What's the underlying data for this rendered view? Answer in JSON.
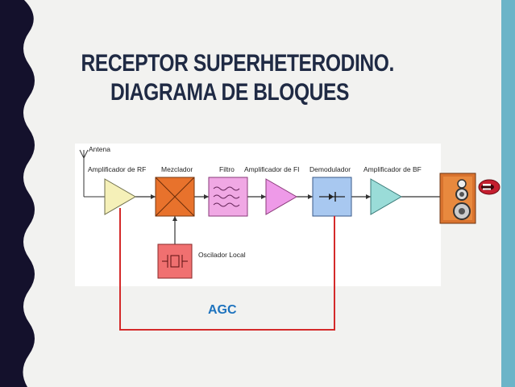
{
  "slide": {
    "title_line1": "RECEPTOR SUPERHETERODINO.",
    "title_line2": "DIAGRAMA DE BLOQUES",
    "colors": {
      "left_band": "#14112c",
      "right_band": "#6cb4c8",
      "title": "#1f2a44",
      "agc": "#1e73be",
      "feedback_line": "#d42a2a"
    }
  },
  "diagram": {
    "labels": {
      "antena": "Antena",
      "amp_rf": "Amplificador de RF",
      "mezclador": "Mezclador",
      "filtro": "Filtro",
      "amp_fi": "Amplificador de FI",
      "demodulador": "Demodulador",
      "amp_bf": "Amplificador de BF",
      "oscilador": "Oscilador Local",
      "agc": "AGC"
    }
  }
}
